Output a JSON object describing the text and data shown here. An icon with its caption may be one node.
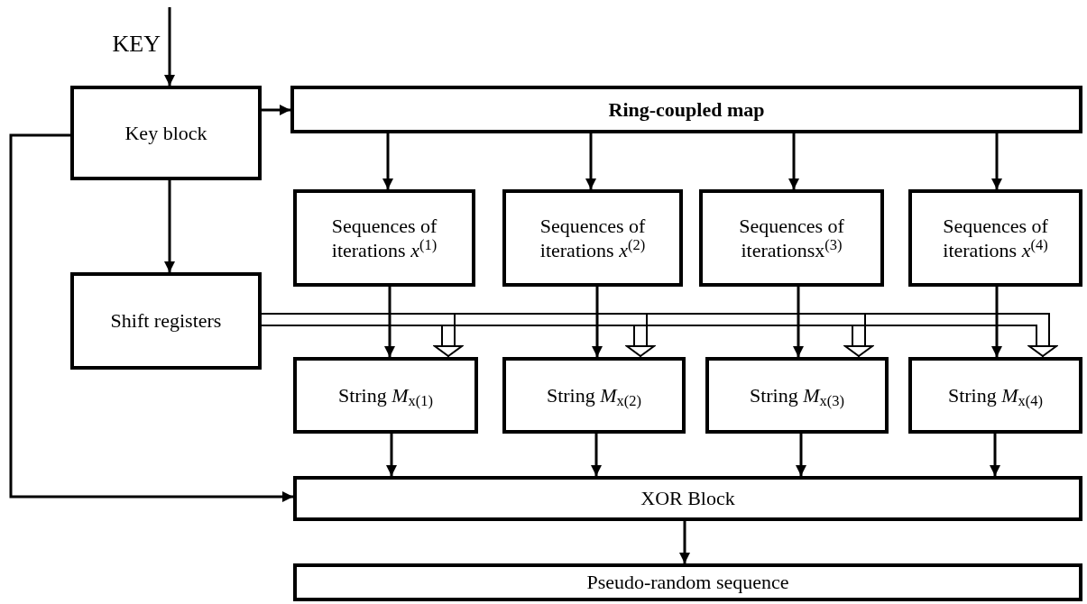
{
  "diagram": {
    "nodes": [
      {
        "text": [
          "Key block"
        ]
      },
      {
        "text": [
          "Ring-coupled map"
        ]
      },
      {
        "text": [
          "Sequences of iterations *x*$^{(1)}$"
        ]
      },
      {
        "text": [
          "Sequences of iterations *x*$^{(2)}$"
        ]
      },
      {
        "text": [
          "Sequences of iterationsx$^{(3)}$"
        ]
      },
      {
        "text": [
          "Sequences of iterations *x*$^{(4)}$"
        ]
      },
      {
        "text": [
          "Shift registers"
        ]
      },
      {
        "text": [
          "String *M*$_{x(1)}$"
        ]
      },
      {
        "text": [
          "String *M*$_{x(2)}$"
        ]
      },
      {
        "text": [
          "String *M*$_{x(3)}$"
        ]
      },
      {
        "text": [
          "String *M*$_{x(4)}$"
        ]
      },
      {
        "text": [
          "XOR Block"
        ]
      },
      {
        "text": [
          "Pseudo-random sequence"
        ]
      }
    ],
    "edges": [
      {
        "from": null,
        "to": 0,
        "arrow": "to",
        "label": "KEY"
      },
      {
        "from": 0,
        "to": 1,
        "arrow": "to"
      },
      {
        "from": 0,
        "to": 6,
        "arrow": "to"
      },
      {
        "from": 0,
        "to": 11,
        "arrow": "to"
      },
      {
        "from": 1,
        "to": 2,
        "arrow": "to"
      },
      {
        "from": 1,
        "to": 3,
        "arrow": "to"
      },
      {
        "from": 1,
        "to": 4,
        "arrow": "to"
      },
      {
        "from": 1,
        "to": 5,
        "arrow": "to"
      },
      {
        "from": 2,
        "to": 7,
        "arrow": "to"
      },
      {
        "from": 3,
        "to": 8,
        "arrow": "to"
      },
      {
        "from": 4,
        "to": 9,
        "arrow": "to"
      },
      {
        "from": 5,
        "to": 10,
        "arrow": "to"
      },
      {
        "from": 6,
        "to": 7,
        "arrow": "to"
      },
      {
        "from": 6,
        "to": 8,
        "arrow": "to"
      },
      {
        "from": 6,
        "to": 9,
        "arrow": "to"
      },
      {
        "from": 6,
        "to": 10,
        "arrow": "to"
      },
      {
        "from": 7,
        "to": 11,
        "arrow": "to"
      },
      {
        "from": 8,
        "to": 11,
        "arrow": "to"
      },
      {
        "from": 9,
        "to": 11,
        "arrow": "to"
      },
      {
        "from": 10,
        "to": 11,
        "arrow": "to"
      },
      {
        "from": 11,
        "to": 12,
        "arrow": "to"
      }
    ]
  }
}
